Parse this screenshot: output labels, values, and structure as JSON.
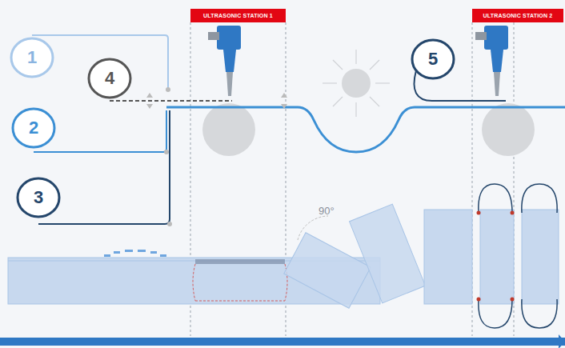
{
  "diagram": {
    "nodes": [
      {
        "text": [
          "ULTRASONIC STATION 1"
        ]
      },
      {
        "text": [
          "ULTRASONIC STATION 2"
        ]
      },
      {
        "text": [
          "1"
        ]
      },
      {
        "text": [
          "4"
        ]
      },
      {
        "text": [
          "5"
        ]
      },
      {
        "text": [
          "2"
        ]
      },
      {
        "text": [
          "3"
        ]
      }
    ],
    "labels": [
      "90°"
    ]
  }
}
